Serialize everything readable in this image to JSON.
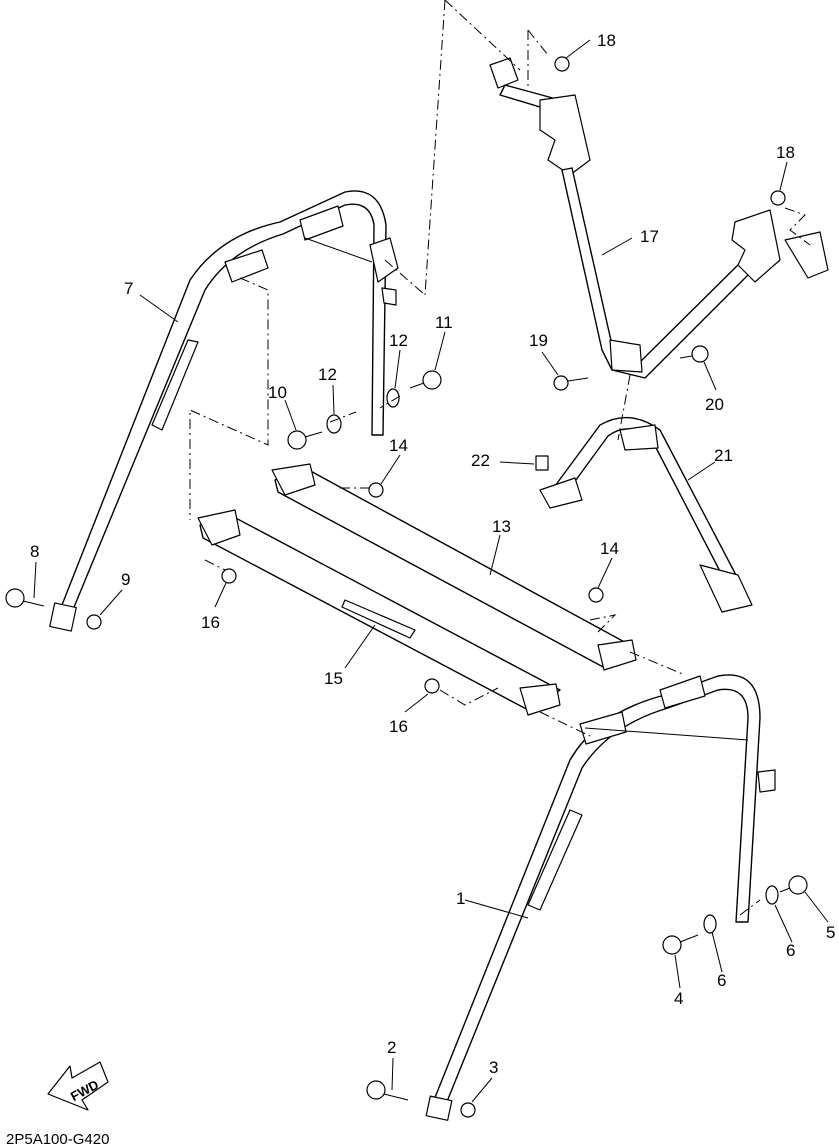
{
  "diagram_ref": "2P5A100-G420",
  "orientation_label": "FWD",
  "callouts": [
    {
      "id": "c1",
      "label": "1"
    },
    {
      "id": "c2",
      "label": "2"
    },
    {
      "id": "c3",
      "label": "3"
    },
    {
      "id": "c4",
      "label": "4"
    },
    {
      "id": "c5",
      "label": "5"
    },
    {
      "id": "c6a",
      "label": "6"
    },
    {
      "id": "c6b",
      "label": "6"
    },
    {
      "id": "c7",
      "label": "7"
    },
    {
      "id": "c8",
      "label": "8"
    },
    {
      "id": "c9",
      "label": "9"
    },
    {
      "id": "c10",
      "label": "10"
    },
    {
      "id": "c11",
      "label": "11"
    },
    {
      "id": "c12a",
      "label": "12"
    },
    {
      "id": "c12b",
      "label": "12"
    },
    {
      "id": "c13",
      "label": "13"
    },
    {
      "id": "c14a",
      "label": "14"
    },
    {
      "id": "c14b",
      "label": "14"
    },
    {
      "id": "c15",
      "label": "15"
    },
    {
      "id": "c16a",
      "label": "16"
    },
    {
      "id": "c16b",
      "label": "16"
    },
    {
      "id": "c17",
      "label": "17"
    },
    {
      "id": "c18a",
      "label": "18"
    },
    {
      "id": "c18b",
      "label": "18"
    },
    {
      "id": "c19",
      "label": "19"
    },
    {
      "id": "c20",
      "label": "20"
    },
    {
      "id": "c21",
      "label": "21"
    },
    {
      "id": "c22",
      "label": "22"
    }
  ]
}
